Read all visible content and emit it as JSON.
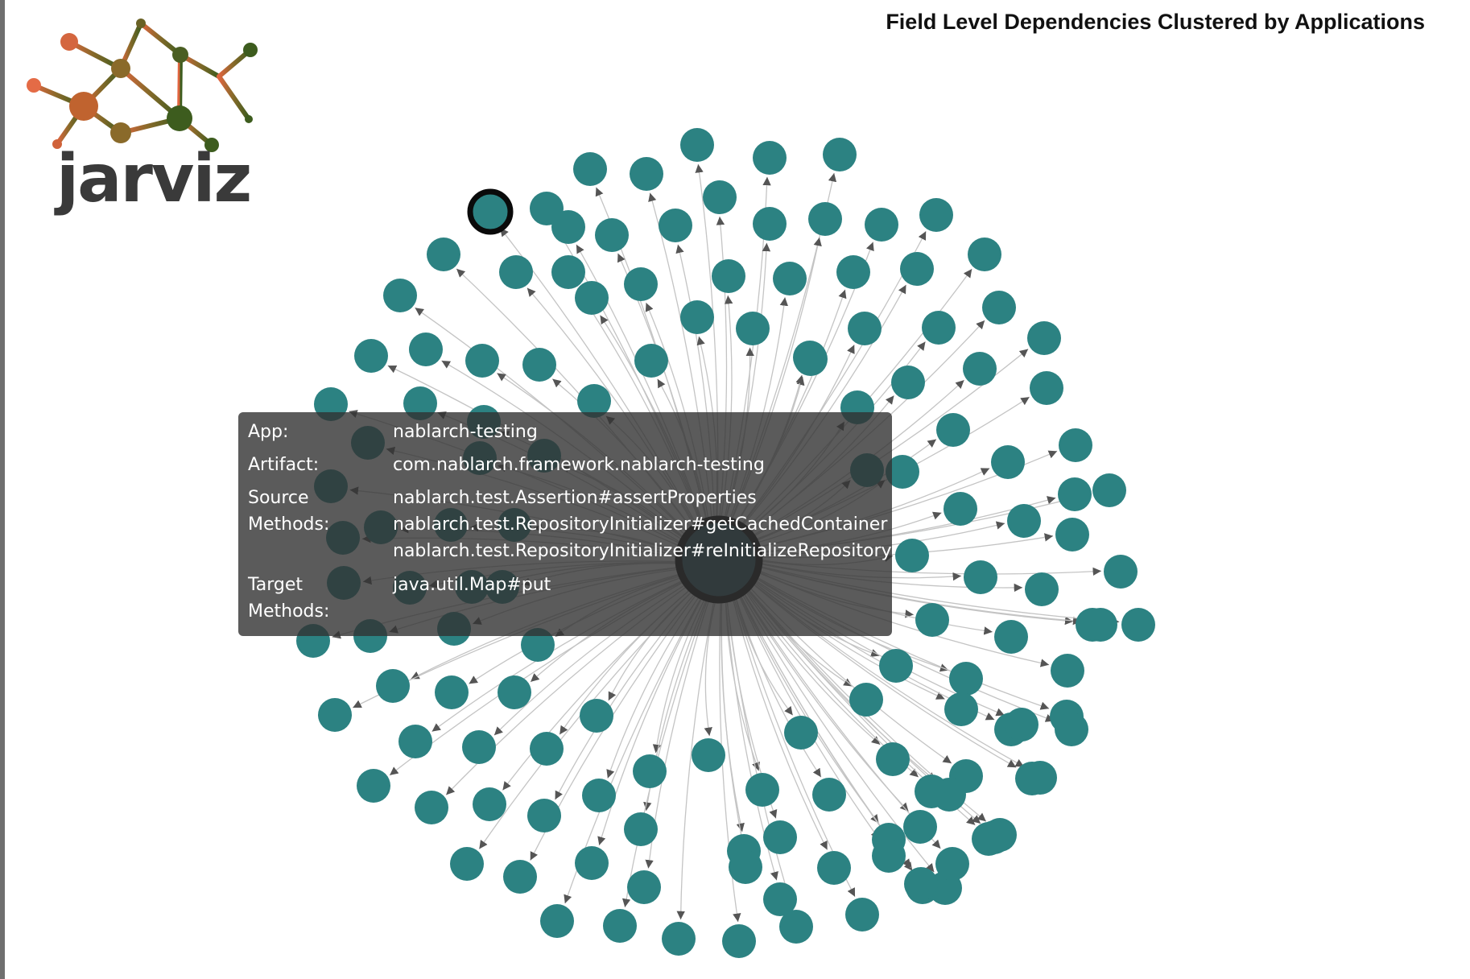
{
  "header": {
    "title": "Field Level Dependencies Clustered by Applications"
  },
  "logo": {
    "text": "jarviz"
  },
  "colors": {
    "node": "#2c8282",
    "edge": "#c4c4c4",
    "highlight_stroke": "#0a0a0a",
    "tooltip_bg": "rgba(50,50,50,0.80)",
    "logo_orange": "#d0623a",
    "logo_olive": "#7a6a2e",
    "logo_green": "#3d5c1e"
  },
  "tooltip": {
    "app": {
      "label": "App:",
      "value": "nablarch-testing"
    },
    "artifact": {
      "label": "Artifact:",
      "value": "com.nablarch.framework.nablarch-testing"
    },
    "source": {
      "label1": "Source",
      "label2": "Methods:",
      "values": [
        "nablarch.test.Assertion#assertProperties",
        "nablarch.test.RepositoryInitializer#getCachedContainer",
        "nablarch.test.RepositoryInitializer#reInitializeRepository"
      ]
    },
    "target": {
      "label1": "Target",
      "label2": "Methods:",
      "value": "java.util.Map#put"
    }
  }
}
